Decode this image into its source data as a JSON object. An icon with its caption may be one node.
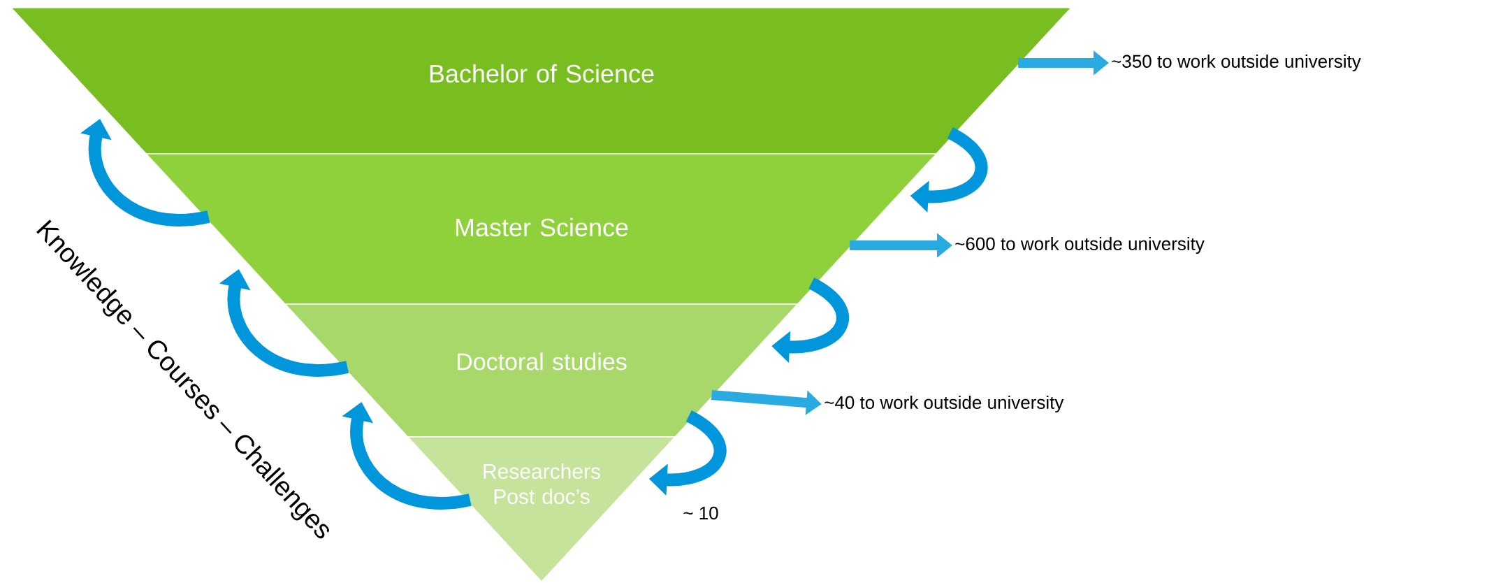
{
  "diagram": {
    "nodes": [
      {
        "text": [
          "Bachelor of Science"
        ]
      },
      {
        "text": [
          "Master Science"
        ]
      },
      {
        "text": [
          "Doctoral studies"
        ]
      },
      {
        "text": [
          "Researchers Post doc’s"
        ]
      },
      {
        "text": [
          "~350 to work outside university"
        ]
      },
      {
        "text": [
          "~600 to work outside university"
        ]
      },
      {
        "text": [
          "~40 to work outside university"
        ]
      }
    ],
    "edges": [
      {
        "from": 0,
        "to": 4,
        "arrow": "to",
        "color": "#29abe2"
      },
      {
        "from": 1,
        "to": 5,
        "arrow": "to",
        "color": "#29abe2"
      },
      {
        "from": 2,
        "to": 6,
        "arrow": "to",
        "color": "#29abe2"
      },
      {
        "from": 0,
        "to": 1,
        "arrow": "to"
      },
      {
        "from": 1,
        "to": 2,
        "arrow": "to"
      },
      {
        "from": 2,
        "to": 3,
        "arrow": "to"
      },
      {
        "from": 1,
        "to": 0,
        "arrow": "to"
      },
      {
        "from": 2,
        "to": 1,
        "arrow": "to"
      },
      {
        "from": 3,
        "to": 2,
        "arrow": "to"
      }
    ],
    "labels": [
      "Knowledge – Courses – Challenges",
      "~ 10"
    ]
  }
}
